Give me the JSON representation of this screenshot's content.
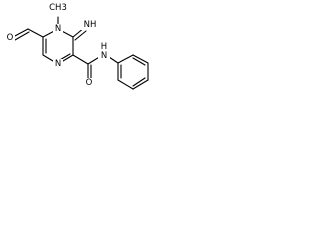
{
  "molecule": {
    "atom_labels": {
      "n_methyl": "N",
      "n_pyrazine": "N",
      "n_amide": "N",
      "imine": "NH",
      "methyl": "CH3",
      "aldehyde_o": "O",
      "amide_o": "O",
      "amide_h": "H"
    }
  }
}
